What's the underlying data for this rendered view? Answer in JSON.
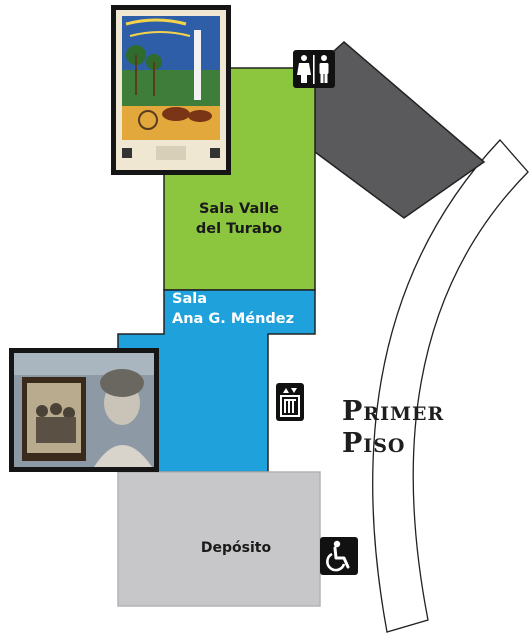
{
  "floor": {
    "title_line1": "Primer",
    "title_line2": "Piso"
  },
  "rooms": {
    "valle": {
      "line1": "Sala Valle",
      "line2": "del Turabo"
    },
    "ana": {
      "line1": "Sala",
      "line2": "Ana G. Méndez"
    },
    "deposito": {
      "label": "Depósito"
    }
  },
  "colors": {
    "valle": "#8cc63e",
    "ana": "#1fa2dc",
    "deposito": "#c7c7c9",
    "restroom_block": "#5a5a5c",
    "outline": "#222222"
  },
  "icons": [
    "restroom-icon",
    "elevator-icon",
    "accessible-entrance-icon"
  ]
}
